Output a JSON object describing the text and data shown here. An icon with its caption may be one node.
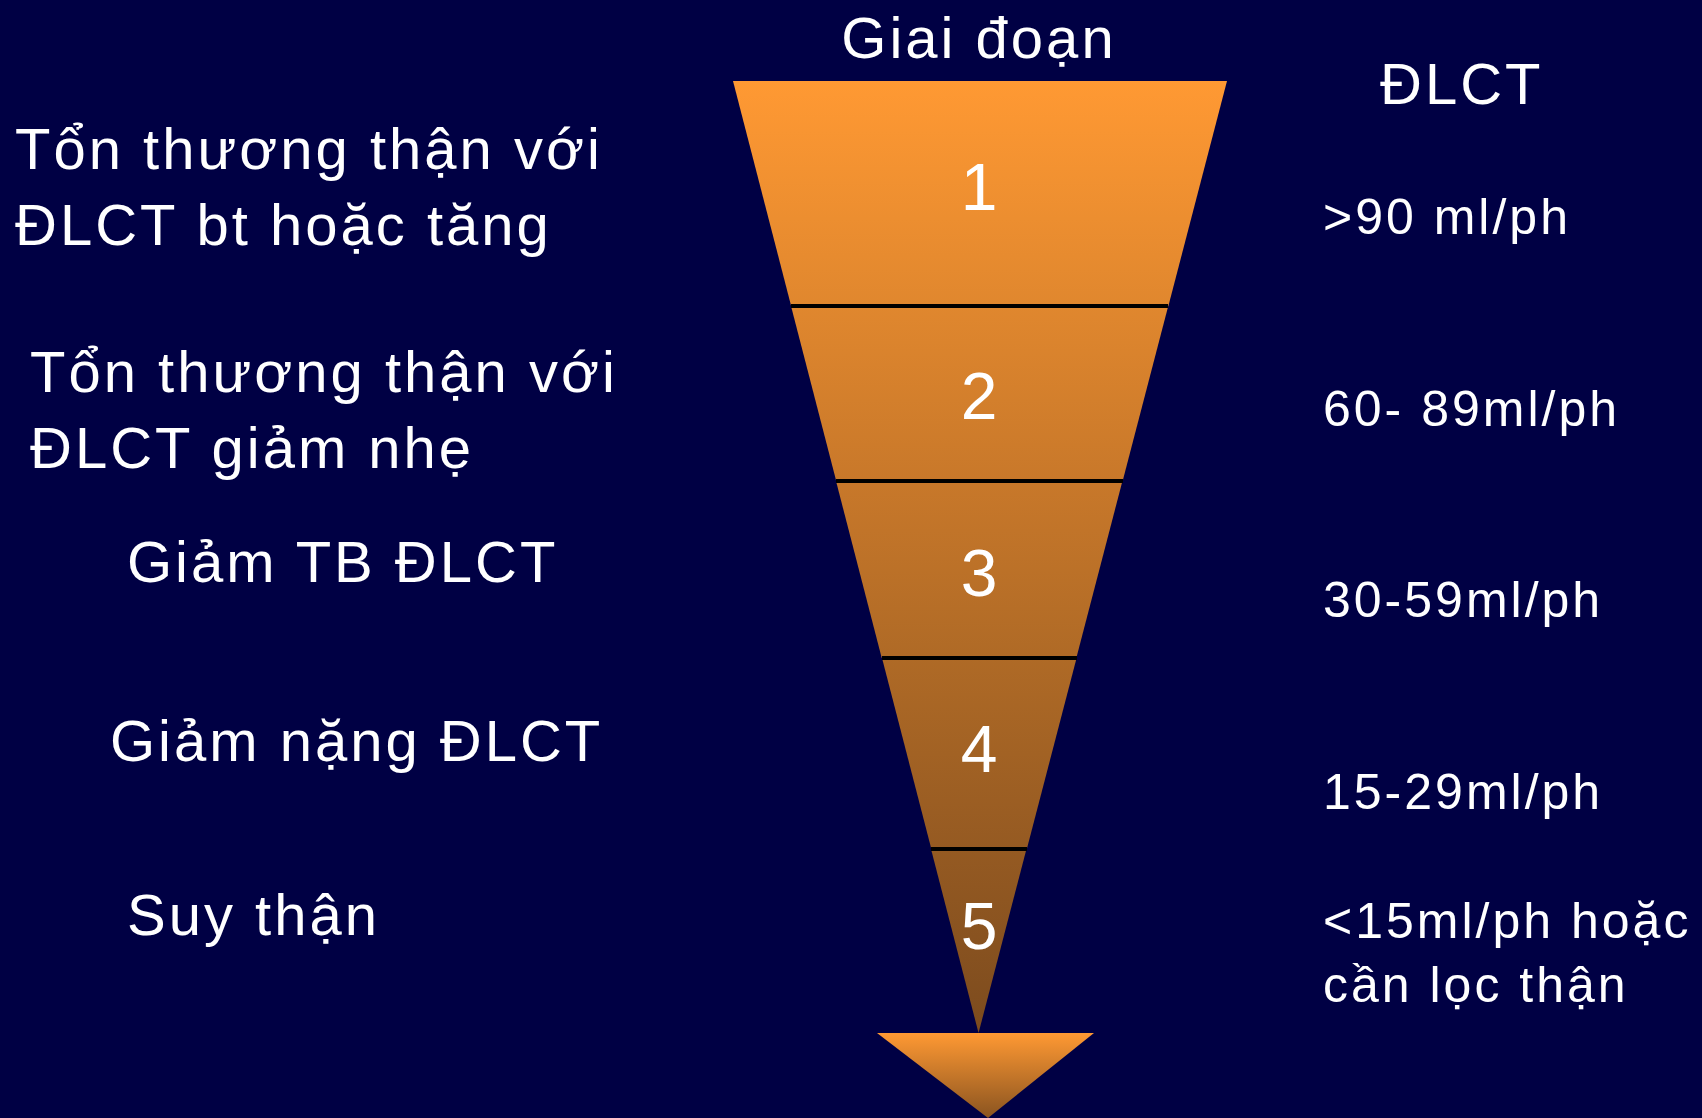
{
  "diagram": {
    "nodes": [
      {
        "text": [
          "1"
        ]
      },
      {
        "text": [
          "2"
        ]
      },
      {
        "text": [
          "3"
        ]
      },
      {
        "text": [
          "4"
        ]
      },
      {
        "text": [
          "5"
        ]
      },
      {
        "text": [],
        "shape": "triangle"
      }
    ],
    "labels": [
      "Giai đoạn",
      "ĐLCT",
      "Tổn thương thận với ĐLCT bt hoặc tăng",
      ">90 ml/ph",
      "Tổn thương thận với ĐLCT giảm nhẹ",
      "60- 89ml/ph",
      "Giảm TB ĐLCT",
      "30-59ml/ph",
      "Giảm nặng ĐLCT",
      "15-29ml/ph",
      "Suy thận",
      "<15ml/ph hoặc cần lọc thận"
    ]
  }
}
